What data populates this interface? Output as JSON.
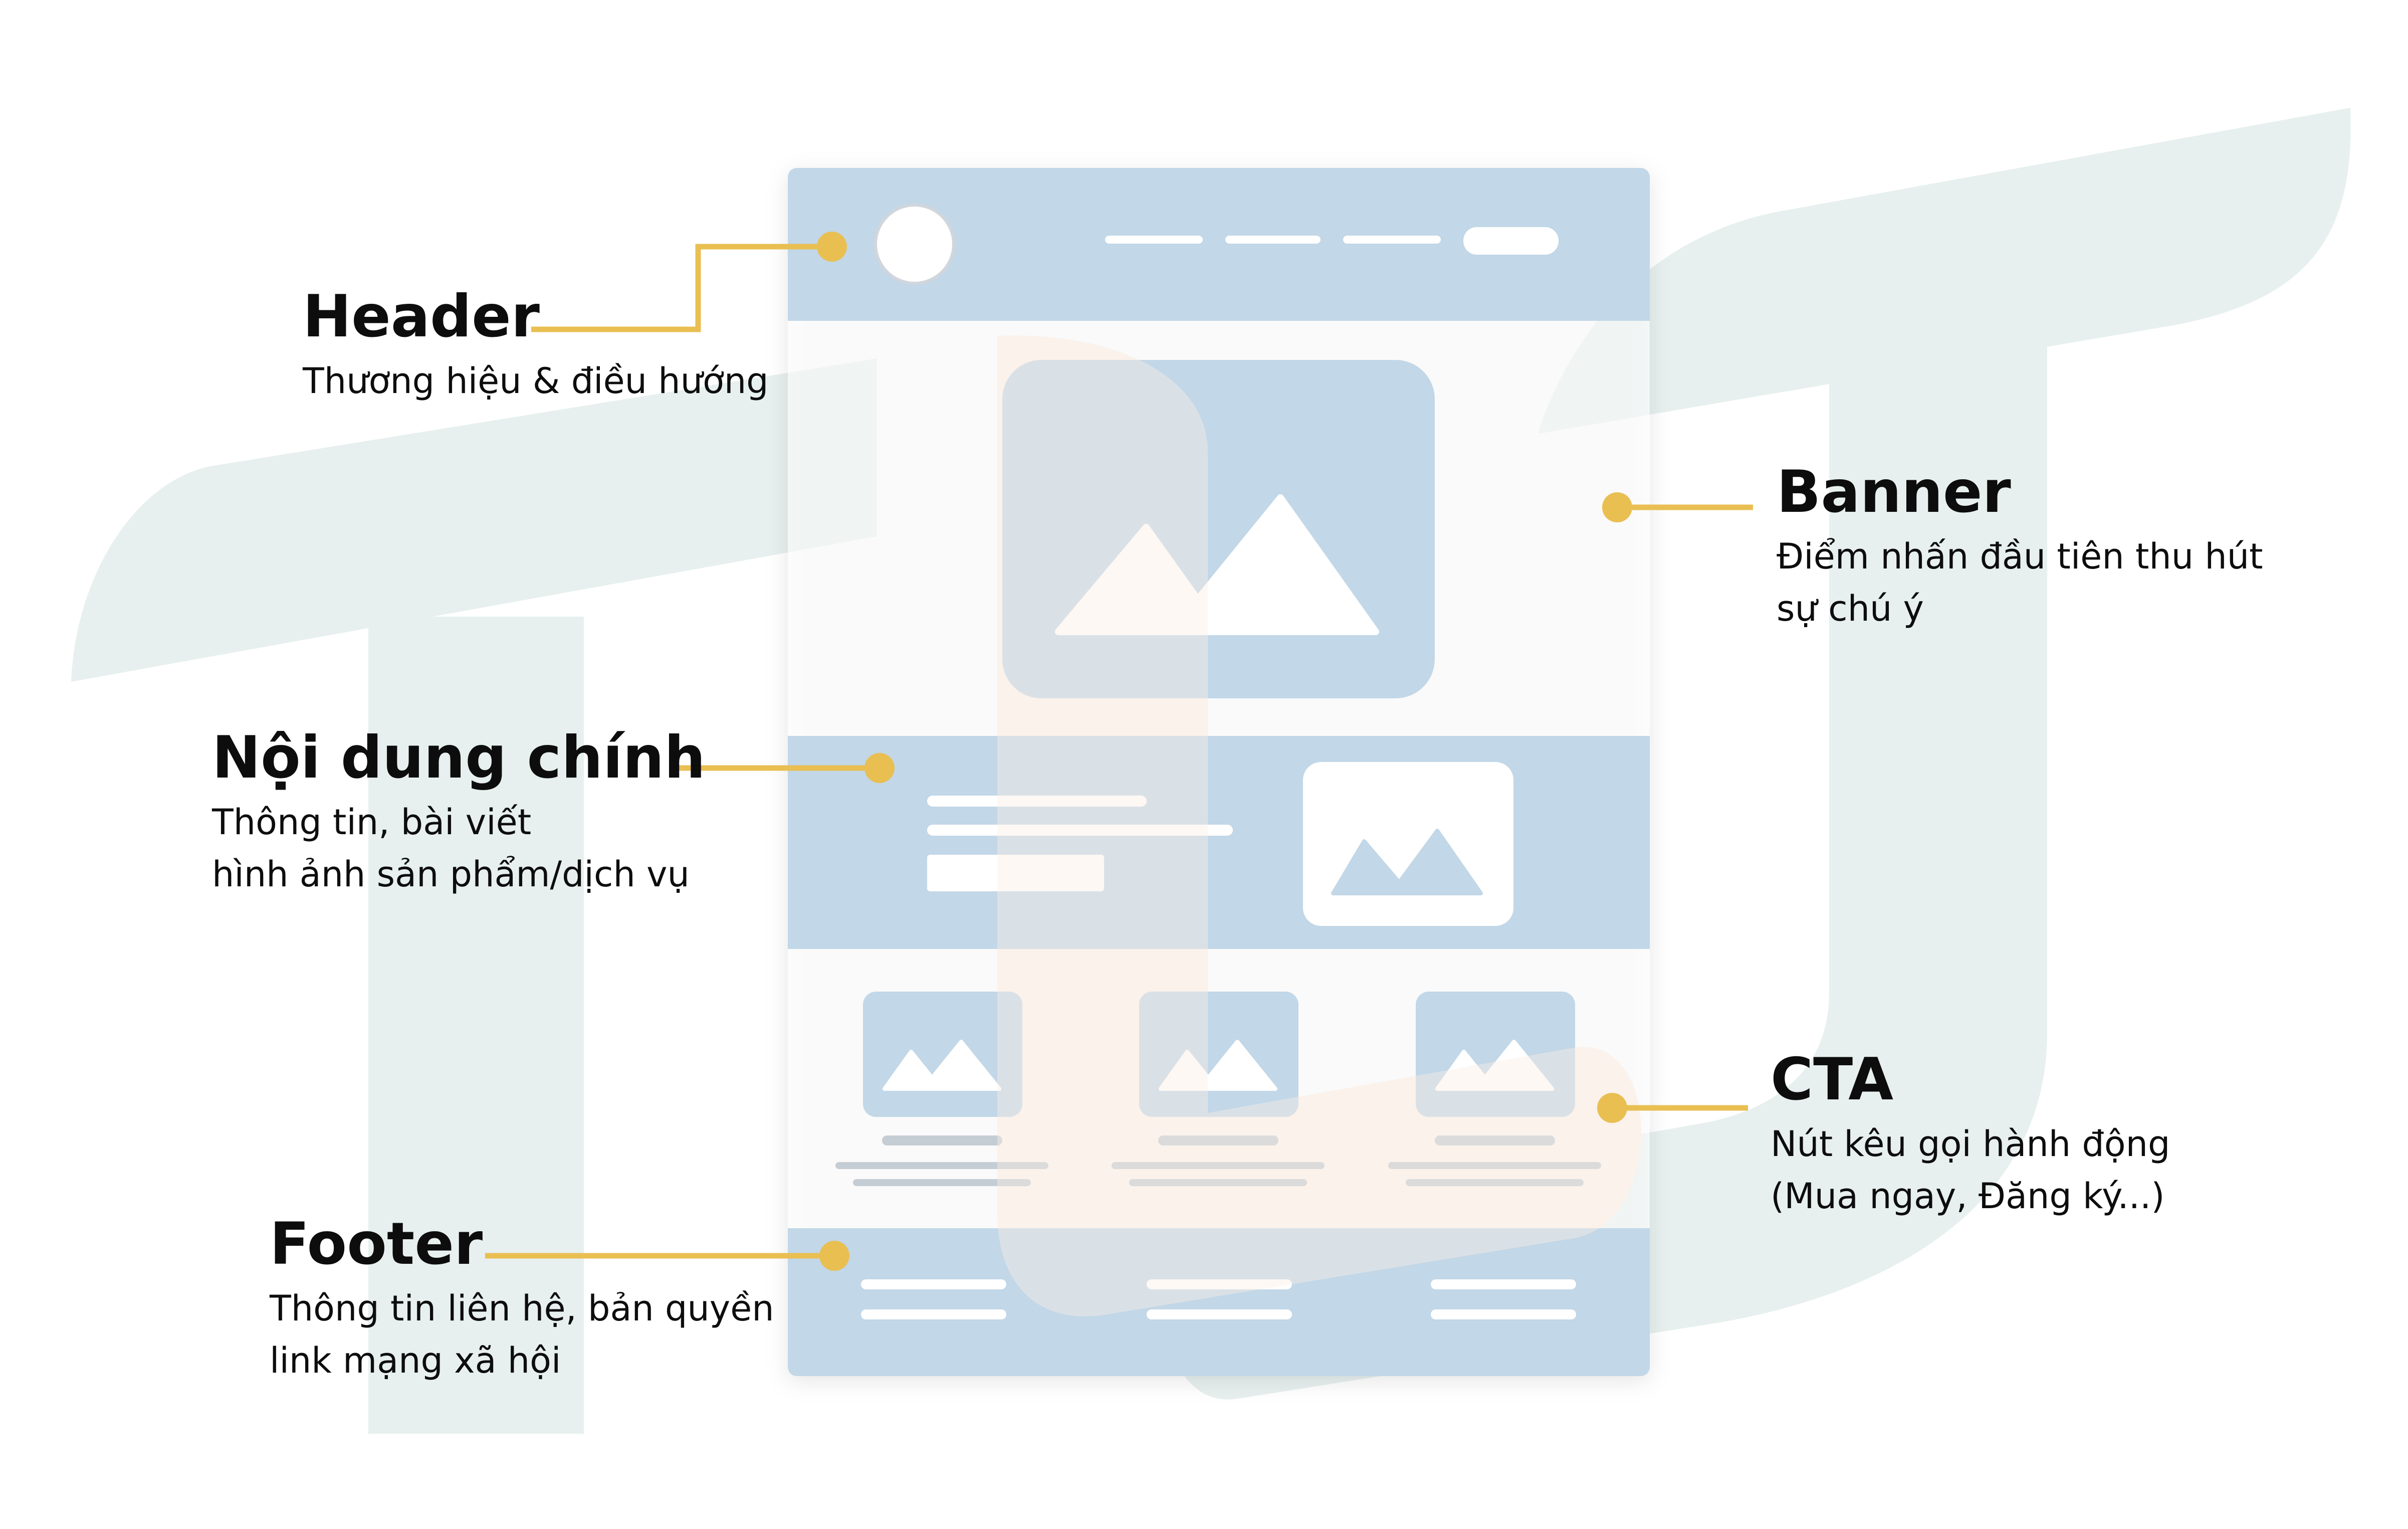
{
  "colors": {
    "wireframe_block": "#c2d7e7",
    "wireframe_bar": "#ffffff",
    "thumb_caption": "#c5cdd4",
    "connector": "#e9bf52",
    "logo_watermark": "#e7f0ee",
    "logo_accent": "#fcefe4",
    "text": "#0d0d0d"
  },
  "icons": {
    "image_placeholder": "mountain-image-icon",
    "brand_logo": "circle-logo-icon"
  },
  "callouts": {
    "header": {
      "title": "Header",
      "lines": [
        "Thương hiệu & điều hướng"
      ]
    },
    "banner": {
      "title": "Banner",
      "lines": [
        "Điểm nhấn đầu tiên thu hút",
        "sự chú ý"
      ]
    },
    "main_content": {
      "title": "Nội dung chính",
      "lines": [
        "Thông tin, bài viết",
        "hình ảnh sản phẩm/dịch vụ"
      ]
    },
    "cta": {
      "title": "CTA",
      "lines": [
        "Nút kêu gọi hành động",
        "(Mua ngay, Đăng ký...)"
      ]
    },
    "footer": {
      "title": "Footer",
      "lines": [
        "Thông tin liên hệ, bản quyền",
        "link mạng xã hội"
      ]
    }
  }
}
